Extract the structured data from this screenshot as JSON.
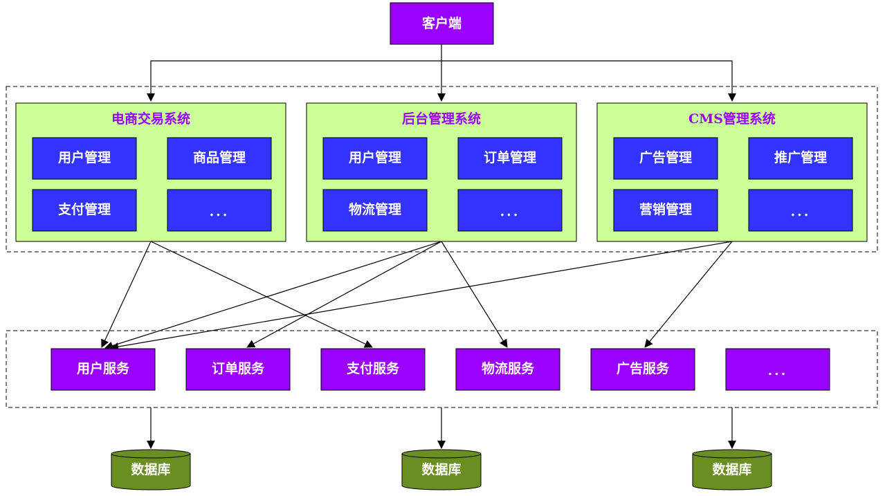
{
  "client": {
    "label": "客户端"
  },
  "systems": [
    {
      "title": "电商交易系统",
      "modules": [
        "用户管理",
        "商品管理",
        "支付管理",
        "..."
      ]
    },
    {
      "title": "后台管理系统",
      "modules": [
        "用户管理",
        "订单管理",
        "物流管理",
        "..."
      ]
    },
    {
      "title": "CMS管理系统",
      "modules": [
        "广告管理",
        "推广管理",
        "营销管理",
        "..."
      ]
    }
  ],
  "services": [
    "用户服务",
    "订单服务",
    "支付服务",
    "物流服务",
    "广告服务",
    "..."
  ],
  "databases": [
    "数据库",
    "数据库",
    "数据库"
  ],
  "colors": {
    "client_fill": "#9900ff",
    "system_fill": "#ccff99",
    "module_fill": "#3333ff",
    "service_fill": "#9900ff",
    "db_fill": "#6b8e23",
    "title_text": "#9900ff"
  }
}
